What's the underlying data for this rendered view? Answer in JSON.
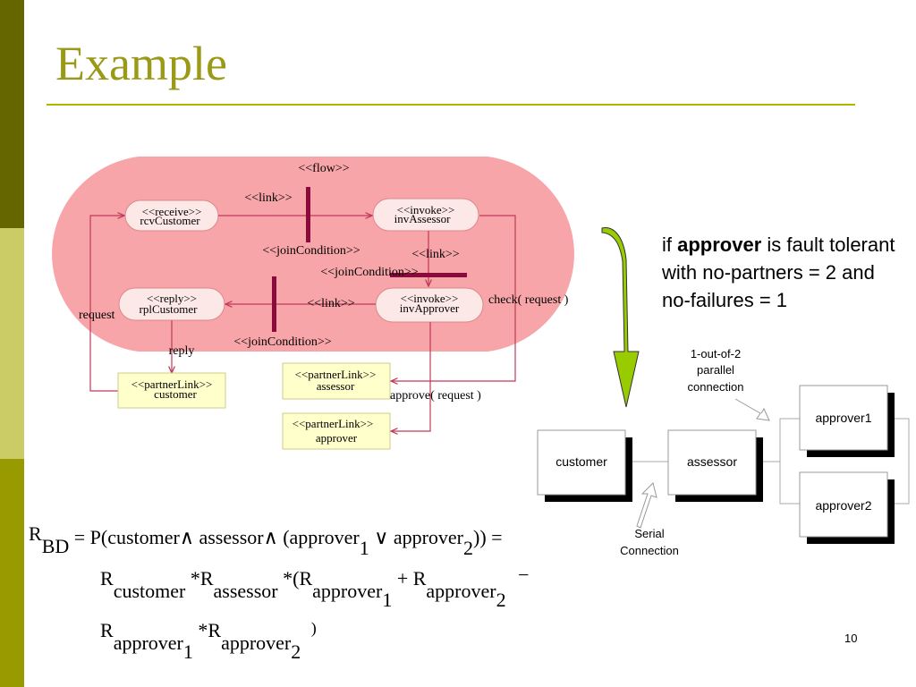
{
  "title": "Example",
  "page_number": "10",
  "colors": {
    "band_top": "#666600",
    "band_mid": "#cccc66",
    "band_bottom": "#999900",
    "title": "#9a9a18",
    "flow_fill": "#f7a5a8",
    "bar": "#8b0a3c",
    "arrow": "#c0395a",
    "node_fill": "#fde8e8",
    "partner_fill": "#ffffcc",
    "green_arrow": "#99cc00"
  },
  "flow": {
    "label": "<<flow>>",
    "receive": {
      "stereotype": "<<receive>>",
      "name": "rcvCustomer"
    },
    "invoke_assessor": {
      "stereotype": "<<invoke>>",
      "name": "invAssessor"
    },
    "reply": {
      "stereotype": "<<reply>>",
      "name": "rplCustomer"
    },
    "invoke_approver": {
      "stereotype": "<<invoke>>",
      "name": "invApprover"
    },
    "link1": "<<link>>",
    "link2": "<<link>>",
    "link3": "<<link>>",
    "join1": "<<joinCondition>>",
    "join2": "<<joinCondition>>",
    "join3": "<<joinCondition>>",
    "check_request": "check( request )",
    "approve_request": "approve( request )",
    "request": "request",
    "reply_label": "reply"
  },
  "partner_links": [
    {
      "stereotype": "<<partnerLink>>",
      "name": "customer"
    },
    {
      "stereotype": "<<partnerLink>>",
      "name": "assessor"
    },
    {
      "stereotype": "<<partnerLink>>",
      "name": "approver"
    }
  ],
  "note": {
    "part1": "if ",
    "bold": "approver",
    "part2": " is fault tolerant with no-partners = 2 and no-failures = 1"
  },
  "rbd": {
    "parallel_label": [
      "1-out-of-2",
      "parallel",
      "connection"
    ],
    "serial_label": [
      "Serial",
      "Connection"
    ],
    "boxes": [
      "customer",
      "assessor",
      "approver1",
      "approver2"
    ]
  },
  "formula": {
    "line1_r": "R",
    "line1_sub": "BD",
    "line1_rest_a": "= P(customer",
    "and": "∧",
    "line1_rest_b": " assessor",
    "line1_rest_c": " (approver",
    "sub1": "1",
    "or": "∨",
    "line1_rest_d": " approver",
    "sub2": "2",
    "line1_end": ")) =",
    "line2_r": "R",
    "line2_customer": "customer",
    "times": "*",
    "line2_assessor": "assessor",
    "line2_paren": "*(R",
    "approver": "approver",
    "plus": "+ R",
    "minus": "−",
    "line3_close": ")"
  }
}
